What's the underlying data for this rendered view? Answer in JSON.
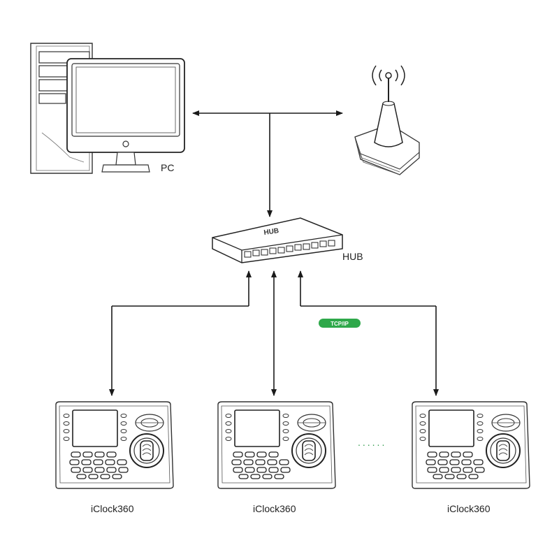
{
  "labels": {
    "pc": "PC",
    "hub": "HUB",
    "hub_body": "HUB",
    "protocol": "TCP/IP",
    "ellipsis": "......"
  },
  "devices": [
    {
      "label": "iClock360"
    },
    {
      "label": "iClock360"
    },
    {
      "label": "iClock360"
    }
  ],
  "colors": {
    "line": "#1a1a1a",
    "badge": "#2ea84a",
    "dots": "#2e9a4a"
  },
  "icons": {
    "pc": "desktop-computer-icon",
    "antenna": "wireless-antenna-icon",
    "hub": "network-hub-icon",
    "device": "fingerprint-terminal-icon"
  }
}
